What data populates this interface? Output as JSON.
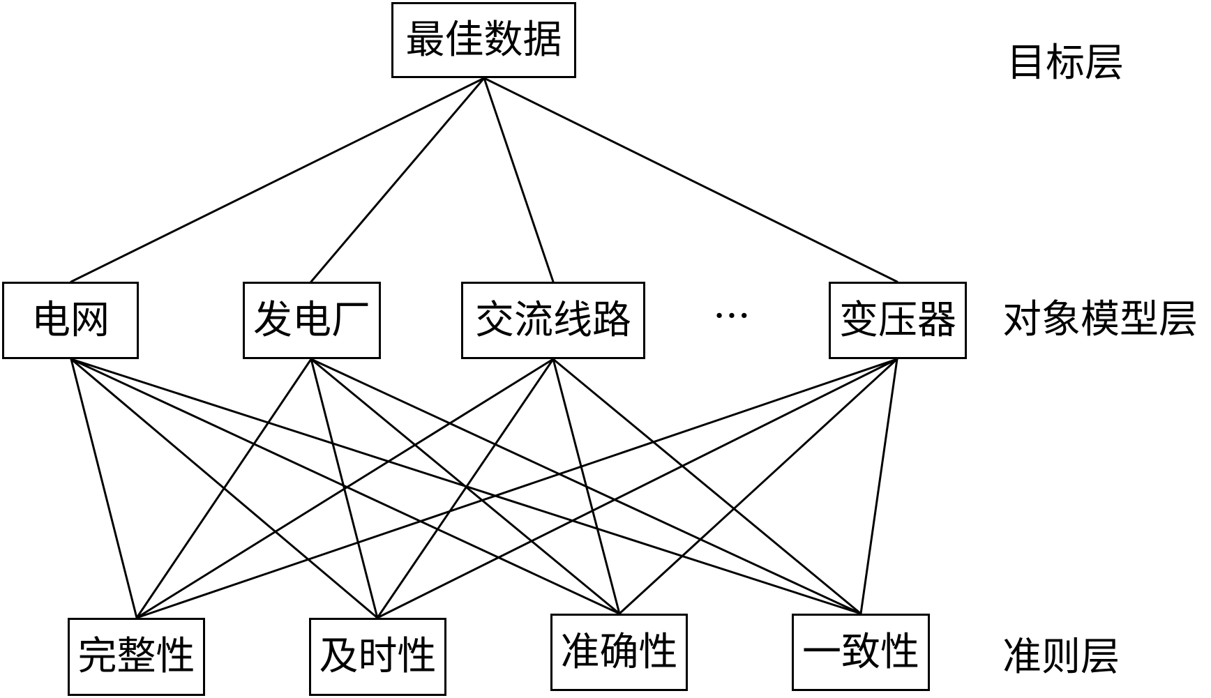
{
  "goal": {
    "label": "最佳数据"
  },
  "objects": [
    {
      "label": "电网"
    },
    {
      "label": "发电厂"
    },
    {
      "label": "交流线路"
    },
    {
      "label": "变压器"
    }
  ],
  "objects_more": "···",
  "criteria": [
    {
      "label": "完整性"
    },
    {
      "label": "及时性"
    },
    {
      "label": "准确性"
    },
    {
      "label": "一致性"
    }
  ],
  "layers": {
    "goal": "目标层",
    "object": "对象模型层",
    "criteria": "准则层"
  },
  "edges": [
    [
      "最佳数据",
      "电网"
    ],
    [
      "最佳数据",
      "发电厂"
    ],
    [
      "最佳数据",
      "交流线路"
    ],
    [
      "最佳数据",
      "变压器"
    ],
    [
      "电网",
      "完整性"
    ],
    [
      "电网",
      "及时性"
    ],
    [
      "电网",
      "准确性"
    ],
    [
      "电网",
      "一致性"
    ],
    [
      "发电厂",
      "完整性"
    ],
    [
      "发电厂",
      "及时性"
    ],
    [
      "发电厂",
      "准确性"
    ],
    [
      "发电厂",
      "一致性"
    ],
    [
      "交流线路",
      "完整性"
    ],
    [
      "交流线路",
      "及时性"
    ],
    [
      "交流线路",
      "准确性"
    ],
    [
      "交流线路",
      "一致性"
    ],
    [
      "变压器",
      "完整性"
    ],
    [
      "变压器",
      "及时性"
    ],
    [
      "变压器",
      "准确性"
    ],
    [
      "变压器",
      "一致性"
    ]
  ]
}
